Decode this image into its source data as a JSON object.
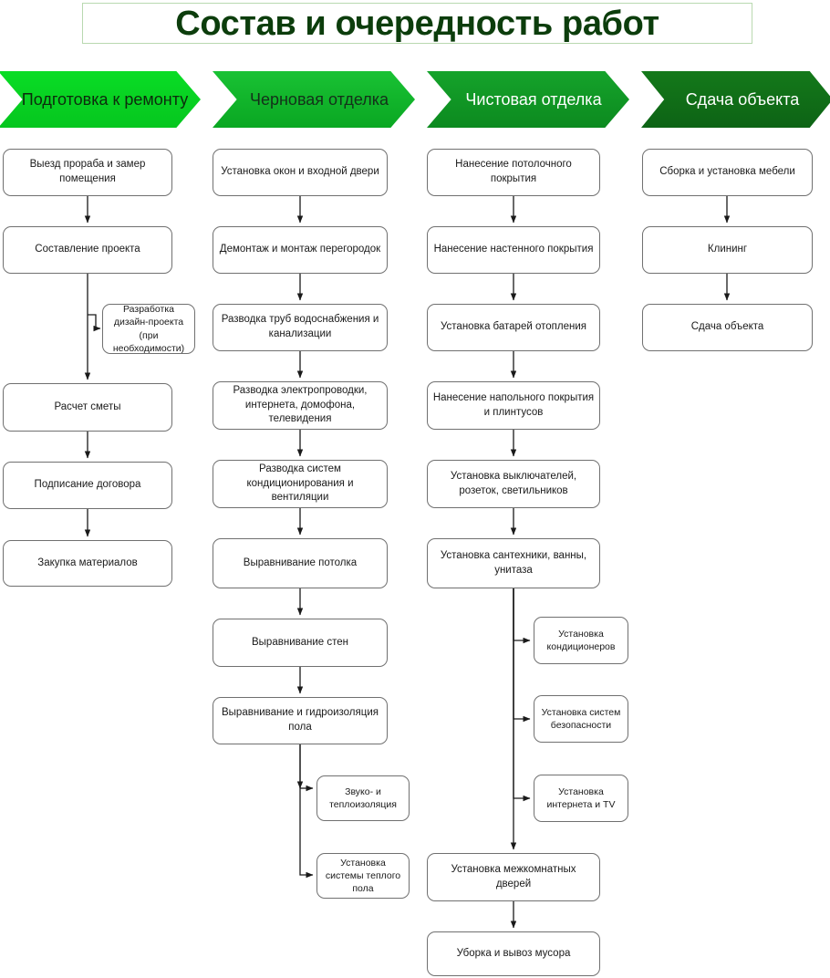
{
  "title": "Состав и очередность работ",
  "phases": [
    {
      "id": "phase-1",
      "label": "Подготовка к ремонту",
      "color": "#09dd25"
    },
    {
      "id": "phase-2",
      "label": "Черновая отделка",
      "color": "#19c234"
    },
    {
      "id": "phase-3",
      "label": "Чистовая отделка",
      "color": "#15a32b"
    },
    {
      "id": "phase-4",
      "label": "Сдача объекта",
      "color": "#14791a"
    }
  ],
  "columns": [
    {
      "id": "column-1",
      "phase": "Подготовка к ремонту",
      "nodes": [
        {
          "id": "c1n1",
          "label": "Выезд прораба и замер помещения"
        },
        {
          "id": "c1n2",
          "label": "Составление проекта"
        },
        {
          "id": "c1n3",
          "label": "Разработка дизайн-проекта (при необходимости)",
          "branch": true
        },
        {
          "id": "c1n4",
          "label": "Расчет сметы"
        },
        {
          "id": "c1n5",
          "label": "Подписание договора"
        },
        {
          "id": "c1n6",
          "label": "Закупка материалов"
        }
      ]
    },
    {
      "id": "column-2",
      "phase": "Черновая отделка",
      "nodes": [
        {
          "id": "c2n1",
          "label": "Установка окон и входной двери"
        },
        {
          "id": "c2n2",
          "label": "Демонтаж и монтаж перегородок"
        },
        {
          "id": "c2n3",
          "label": "Разводка труб водоснабжения и канализации"
        },
        {
          "id": "c2n4",
          "label": "Разводка электропроводки, интернета, домофона, телевидения"
        },
        {
          "id": "c2n5",
          "label": "Разводка систем кондиционирования и вентиляции"
        },
        {
          "id": "c2n6",
          "label": "Выравнивание потолка"
        },
        {
          "id": "c2n7",
          "label": "Выравнивание стен"
        },
        {
          "id": "c2n8",
          "label": "Выравнивание и гидроизоляция пола"
        },
        {
          "id": "c2n9",
          "label": "Звуко- и теплоизоляция",
          "branch": true
        },
        {
          "id": "c2n10",
          "label": "Установка системы теплого пола",
          "branch": true
        }
      ]
    },
    {
      "id": "column-3",
      "phase": "Чистовая отделка",
      "nodes": [
        {
          "id": "c3n1",
          "label": "Нанесение потолочного покрытия"
        },
        {
          "id": "c3n2",
          "label": "Нанесение настенного покрытия"
        },
        {
          "id": "c3n3",
          "label": "Установка батарей отопления"
        },
        {
          "id": "c3n4",
          "label": "Нанесение напольного покрытия и плинтусов"
        },
        {
          "id": "c3n5",
          "label": "Установка выключателей, розеток, светильников"
        },
        {
          "id": "c3n6",
          "label": "Установка сантехники, ванны, унитаза"
        },
        {
          "id": "c3n7",
          "label": "Установка кондиционеров",
          "branch": true
        },
        {
          "id": "c3n8",
          "label": "Установка систем безопасности",
          "branch": true
        },
        {
          "id": "c3n9",
          "label": "Установка интернета и TV",
          "branch": true
        },
        {
          "id": "c3n10",
          "label": "Установка межкомнатных дверей"
        },
        {
          "id": "c3n11",
          "label": "Уборка и вывоз мусора"
        }
      ]
    },
    {
      "id": "column-4",
      "phase": "Сдача объекта",
      "nodes": [
        {
          "id": "c4n1",
          "label": "Сборка и установка мебели"
        },
        {
          "id": "c4n2",
          "label": "Клининг"
        },
        {
          "id": "c4n3",
          "label": "Сдача объекта"
        }
      ]
    }
  ]
}
